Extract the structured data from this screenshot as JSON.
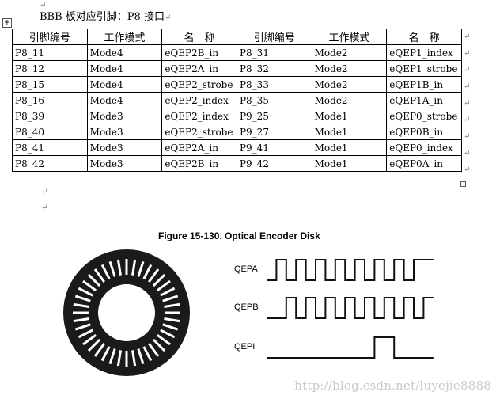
{
  "doc": {
    "heading": "BBB 板对应引脚：P8 接口",
    "paragraph_mark": "↵",
    "move_handle": "+"
  },
  "table": {
    "headers": [
      "引脚编号",
      "工作模式",
      "名　称",
      "引脚编号",
      "工作模式",
      "名　称"
    ],
    "rows": [
      [
        "P8_11",
        "Mode4",
        "eQEP2B_in",
        "P8_31",
        "Mode2",
        "eQEP1_index"
      ],
      [
        "P8_12",
        "Mode4",
        "eQEP2A_in",
        "P8_32",
        "Mode2",
        "eQEP1_strobe"
      ],
      [
        "P8_15",
        "Mode4",
        "eQEP2_strobe",
        "P8_33",
        "Mode2",
        "eQEP1B_in"
      ],
      [
        "P8_16",
        "Mode4",
        "eQEP2_index",
        "P8_35",
        "Mode2",
        "eQEP1A_in"
      ],
      [
        "P8_39",
        "Mode3",
        "eQEP2_index",
        "P9_25",
        "Mode1",
        "eQEP0_strobe"
      ],
      [
        "P8_40",
        "Mode3",
        "eQEP2_strobe",
        "P9_27",
        "Mode1",
        "eQEP0B_in"
      ],
      [
        "P8_41",
        "Mode3",
        "eQEP2A_in",
        "P9_41",
        "Mode1",
        "eQEP0_index"
      ],
      [
        "P8_42",
        "Mode3",
        "eQEP2B_in",
        "P9_42",
        "Mode1",
        "eQEP0A_in"
      ]
    ]
  },
  "figure": {
    "title": "Figure 15-130.  Optical Encoder Disk",
    "signals": [
      {
        "name": "QEPA",
        "levels": [
          0,
          1,
          0,
          1,
          0,
          1,
          0,
          1,
          0,
          1,
          0,
          1,
          0,
          1,
          0,
          1,
          1
        ]
      },
      {
        "name": "QEPB",
        "levels": [
          0,
          0,
          1,
          0,
          1,
          0,
          1,
          0,
          1,
          0,
          1,
          0,
          1,
          0,
          1,
          0,
          1
        ]
      },
      {
        "name": "QEPI",
        "levels": [
          0,
          0,
          0,
          0,
          0,
          0,
          0,
          0,
          0,
          0,
          0,
          1,
          1,
          0,
          0,
          0,
          0
        ]
      }
    ],
    "disk_slots": 40
  },
  "watermark": "http://blog.csdn.net/luyejie8888"
}
